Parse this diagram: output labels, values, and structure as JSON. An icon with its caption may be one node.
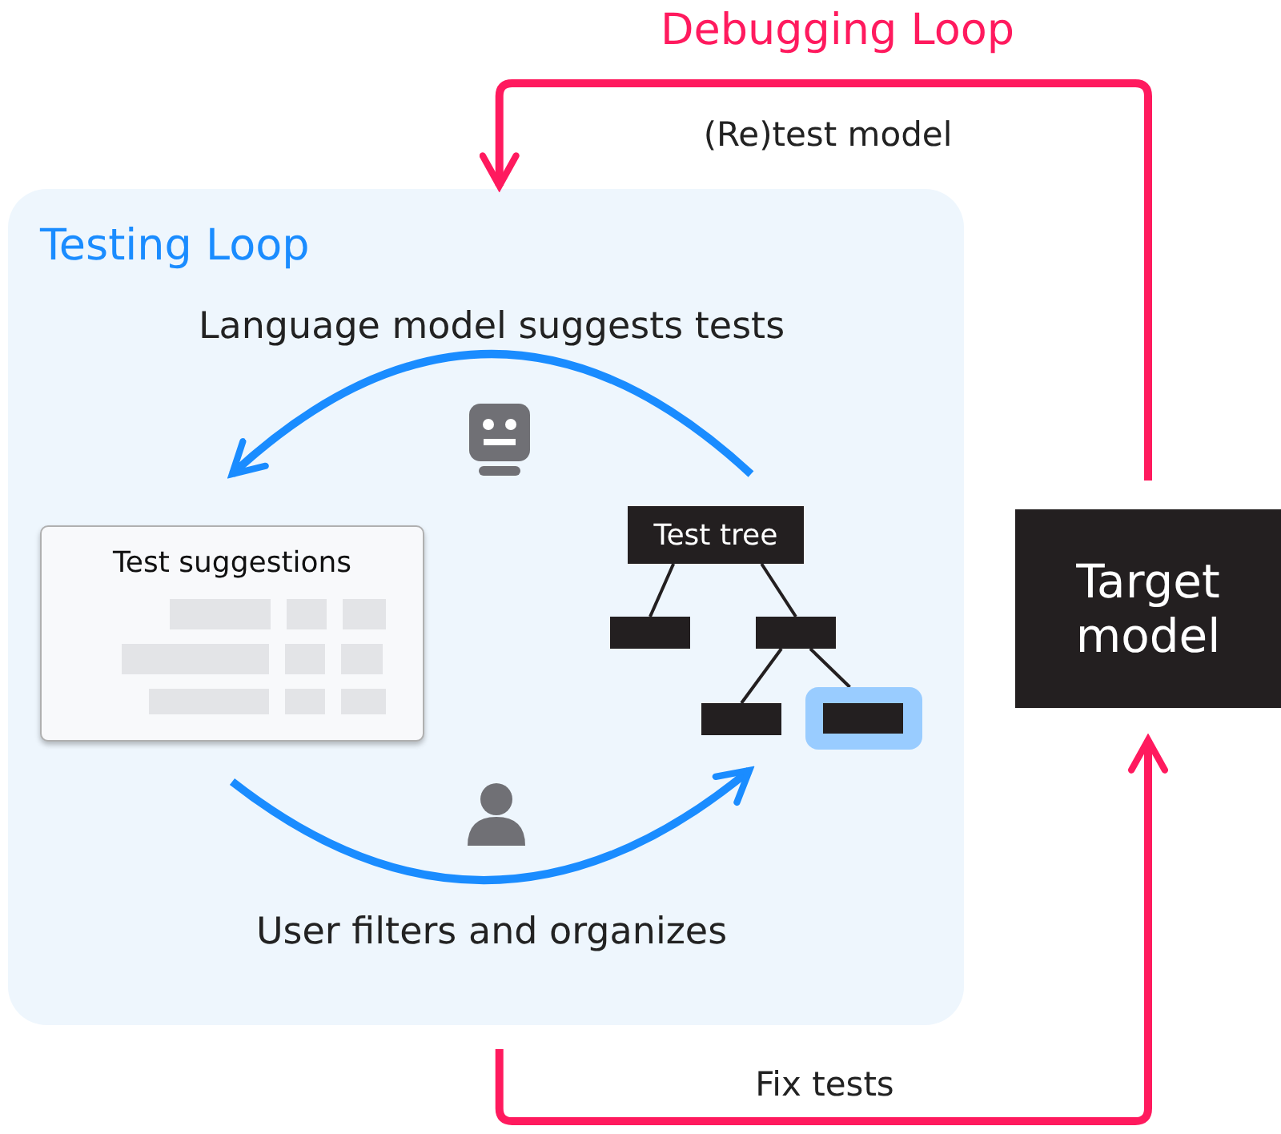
{
  "diagram": {
    "nodes": [
      {
        "text": [
          "Testing Loop"
        ]
      },
      {
        "text": [
          "Test suggestions"
        ],
        "in": 0
      },
      {
        "text": [
          "Test tree"
        ],
        "in": 0
      },
      {
        "text": [],
        "shape": "box",
        "in": 0
      },
      {
        "text": [],
        "shape": "box",
        "in": 0
      },
      {
        "text": [],
        "shape": "box",
        "in": 0
      },
      {
        "text": [],
        "shape": "box",
        "in": 0
      },
      {
        "text": [],
        "shape": "picture",
        "in": 0
      },
      {
        "text": [],
        "shape": "picture",
        "in": 0
      },
      {
        "text": [
          "Target model"
        ]
      }
    ],
    "edges": [
      {
        "from": 9,
        "to": 0,
        "arrow": "to",
        "label": "(Re)test model",
        "color": "#ff1a5e",
        "style": "thick"
      },
      {
        "from": 2,
        "to": 1,
        "arrow": "to",
        "label": "Language model suggests tests",
        "color": "#1a8cff",
        "style": "thick"
      },
      {
        "from": 1,
        "to": 5,
        "arrow": "to",
        "label": "User filters and organizes",
        "color": "#1a8cff",
        "style": "thick"
      },
      {
        "from": 2,
        "to": 3,
        "arrow": "none"
      },
      {
        "from": 2,
        "to": 4,
        "arrow": "none"
      },
      {
        "from": 4,
        "to": 5,
        "arrow": "none"
      },
      {
        "from": 4,
        "to": 6,
        "arrow": "none"
      },
      {
        "from": 0,
        "to": 9,
        "arrow": "to",
        "label": "Fix tests",
        "color": "#ff1a5e",
        "style": "thick"
      }
    ],
    "labels": [
      "Debugging Loop"
    ]
  }
}
